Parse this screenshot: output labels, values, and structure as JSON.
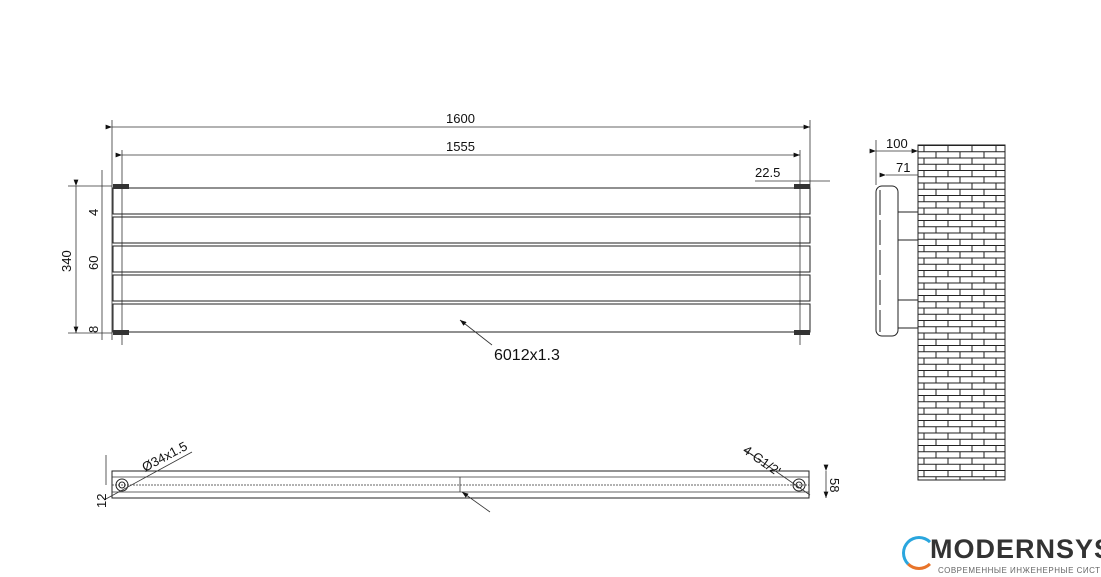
{
  "front_view": {
    "dim_total_width": "1600",
    "dim_pipe_centers": "1555",
    "dim_offset": "22.5",
    "dim_height": "340",
    "dim_tube_height": "60",
    "dim_gap": "4",
    "dim_bottom": "8",
    "tube_spec": "6012x1.3"
  },
  "top_view": {
    "dim_header": "Ø34x1.5",
    "dim_connections": "4-G1/2'",
    "dim_depth": "58",
    "dim_edge": "12"
  },
  "side_view": {
    "dim_wall_distance": "100",
    "dim_bracket": "71"
  },
  "logo": {
    "name": "MODERNSYS",
    "tagline": "СОВРЕМЕННЫЕ ИНЖЕНЕРНЫЕ СИСТЕМЫ"
  }
}
